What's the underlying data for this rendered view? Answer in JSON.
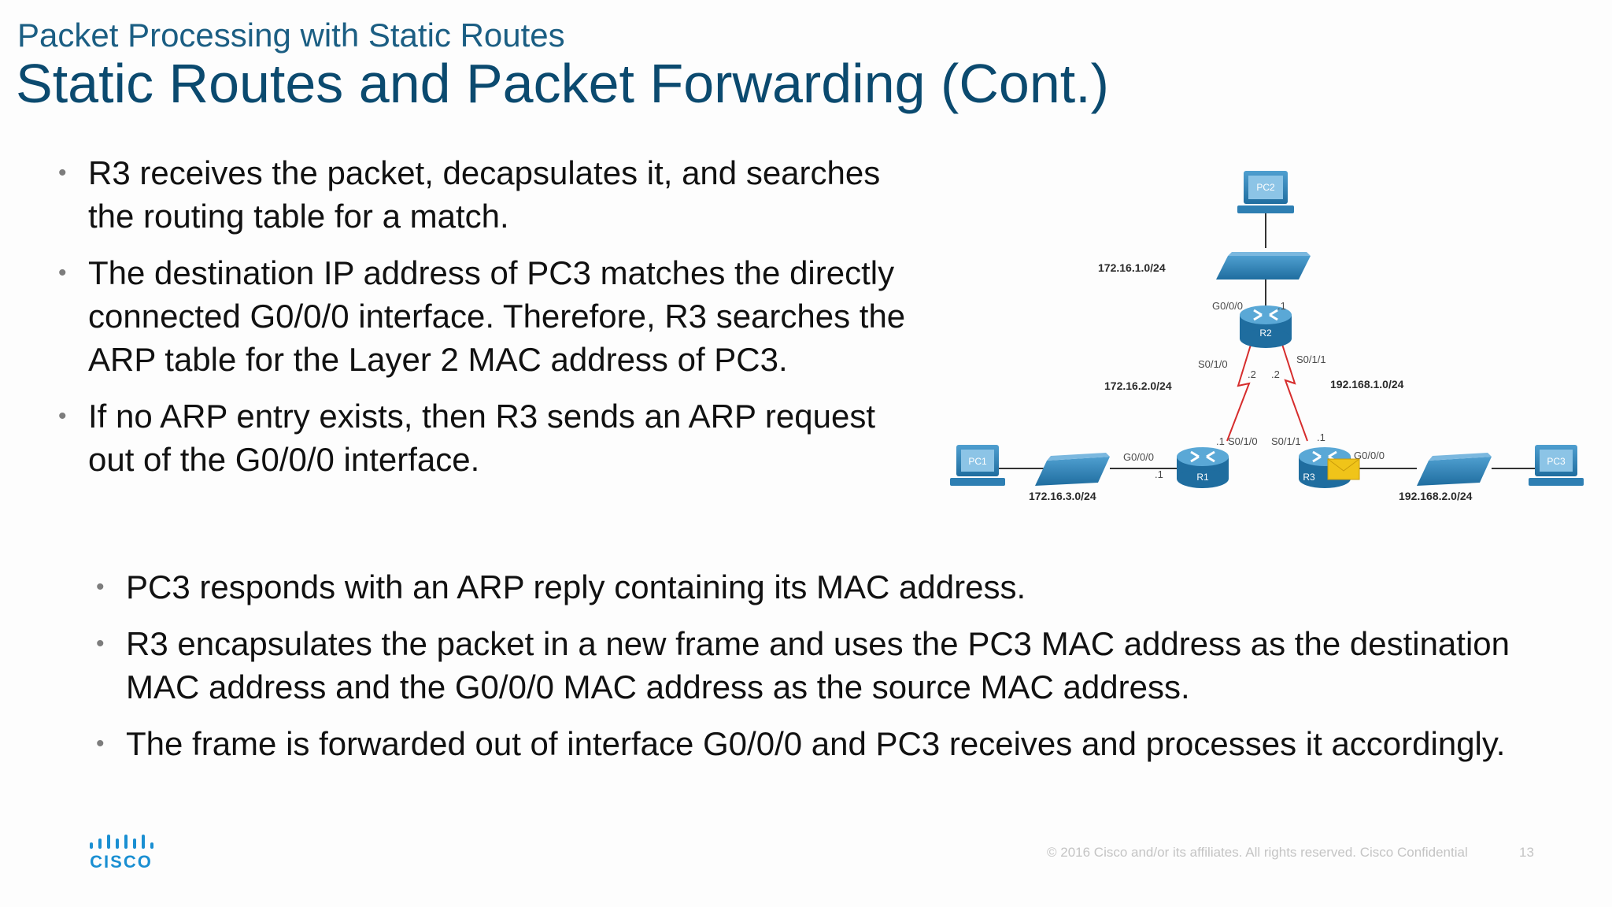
{
  "slide": {
    "subtitle": "Packet Processing with Static Routes",
    "title": "Static Routes and Packet Forwarding (Cont.)"
  },
  "bullets_top": [
    "R3 receives the packet, decapsulates it, and searches the routing table for a match.",
    "The destination IP address of PC3 matches the directly connected G0/0/0 interface. Therefore, R3 searches the ARP table for the Layer 2 MAC address of PC3.",
    "If no ARP entry exists, then R3 sends an ARP request out of the G0/0/0 interface."
  ],
  "bullets_bottom": [
    "PC3 responds with an ARP reply containing its MAC address.",
    "R3 encapsulates the packet in a new frame and uses the PC3 MAC address as the destination MAC address and the G0/0/0 MAC address as the source MAC address.",
    "The frame is forwarded out of interface G0/0/0 and PC3 receives and processes it accordingly."
  ],
  "diagram": {
    "devices": {
      "pc1": "PC1",
      "pc2": "PC2",
      "pc3": "PC3",
      "r1": "R1",
      "r2": "R2",
      "r3": "R3"
    },
    "networks": {
      "n1": "172.16.1.0/24",
      "n2": "172.16.2.0/24",
      "n3": "172.16.3.0/24",
      "n4": "192.168.1.0/24",
      "n5": "192.168.2.0/24"
    },
    "interfaces": {
      "r2_g000": "G0/0/0",
      "r2_g000_host": ".1",
      "r2_s010": "S0/1/0",
      "r2_s010_host": ".2",
      "r2_s011": "S0/1/1",
      "r2_s011_host": ".2",
      "r1_s010": "S0/1/0",
      "r1_s010_host": ".1",
      "r1_g000": "G0/0/0",
      "r1_g000_host": ".1",
      "r3_s011": "S0/1/1",
      "r3_s011_host": ".1",
      "r3_g000": "G0/0/0"
    },
    "colors": {
      "device": "#2e7fb3",
      "serial_link": "#d62c2c",
      "packet": "#f0c419"
    }
  },
  "logo": {
    "word": "CISCO"
  },
  "footer": {
    "copyright": "© 2016  Cisco and/or its affiliates. All rights reserved.   Cisco Confidential",
    "page": "13"
  }
}
